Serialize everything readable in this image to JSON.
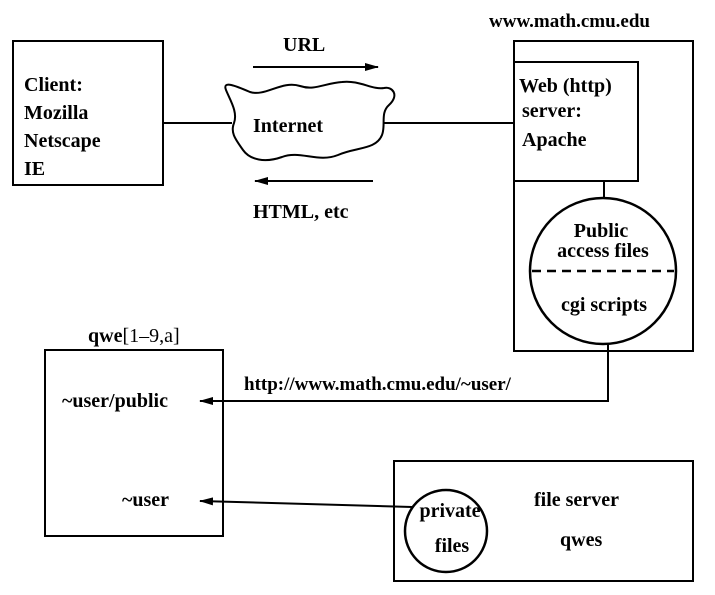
{
  "client": {
    "lines": [
      "Client:",
      "Mozilla",
      "Netscape",
      "IE"
    ]
  },
  "network": {
    "url_label": "URL",
    "cloud_label": "Internet",
    "html_label": "HTML, etc"
  },
  "webhost": {
    "hostname": "www.math.cmu.edu",
    "server_lines": [
      "Web (http)",
      "server:",
      "Apache"
    ],
    "public_lines": [
      "Public",
      "access files"
    ],
    "cgi_label": "cgi scripts"
  },
  "workstations": {
    "name_prefix": "qwe",
    "name_suffix": "[1–9,a]",
    "public_dir": "~user/public",
    "home_dir": "~user"
  },
  "link": {
    "url": "http://www.math.cmu.edu/~user/"
  },
  "fileserver": {
    "label": "file server",
    "name": "qwes",
    "private_lines": [
      "private",
      "files"
    ]
  }
}
